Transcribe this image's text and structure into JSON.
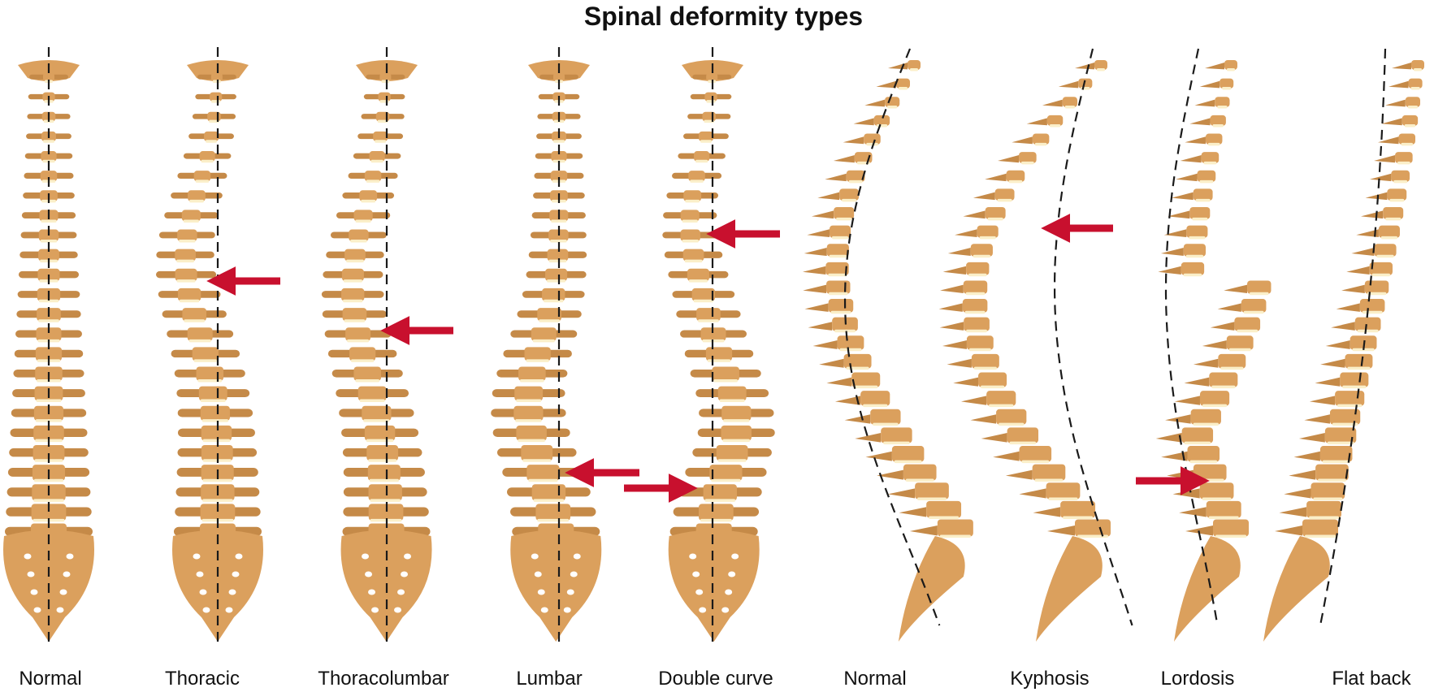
{
  "title": "Spinal deformity types",
  "colors": {
    "bone": "#dba05d",
    "bone_shadow": "#c58a48",
    "disc": "#fbefc9",
    "arrow": "#c8102e",
    "axis_line": "#1a1a1a"
  },
  "figures": [
    {
      "label": "Normal",
      "view": "frontal",
      "deformity": "none"
    },
    {
      "label": "Thoracic",
      "view": "frontal",
      "deformity": "thoracic-curve"
    },
    {
      "label": "Thoracolumbar",
      "view": "frontal",
      "deformity": "thoracolumbar-curve"
    },
    {
      "label": "Lumbar",
      "view": "frontal",
      "deformity": "lumbar-curve"
    },
    {
      "label": "Double curve",
      "view": "frontal",
      "deformity": "double-curve"
    },
    {
      "label": "Normal",
      "view": "lateral",
      "deformity": "none"
    },
    {
      "label": "Kyphosis",
      "view": "lateral",
      "deformity": "kyphosis"
    },
    {
      "label": "Lordosis",
      "view": "lateral",
      "deformity": "lordosis"
    },
    {
      "label": "Flat back",
      "view": "lateral",
      "deformity": "flat-back"
    }
  ]
}
